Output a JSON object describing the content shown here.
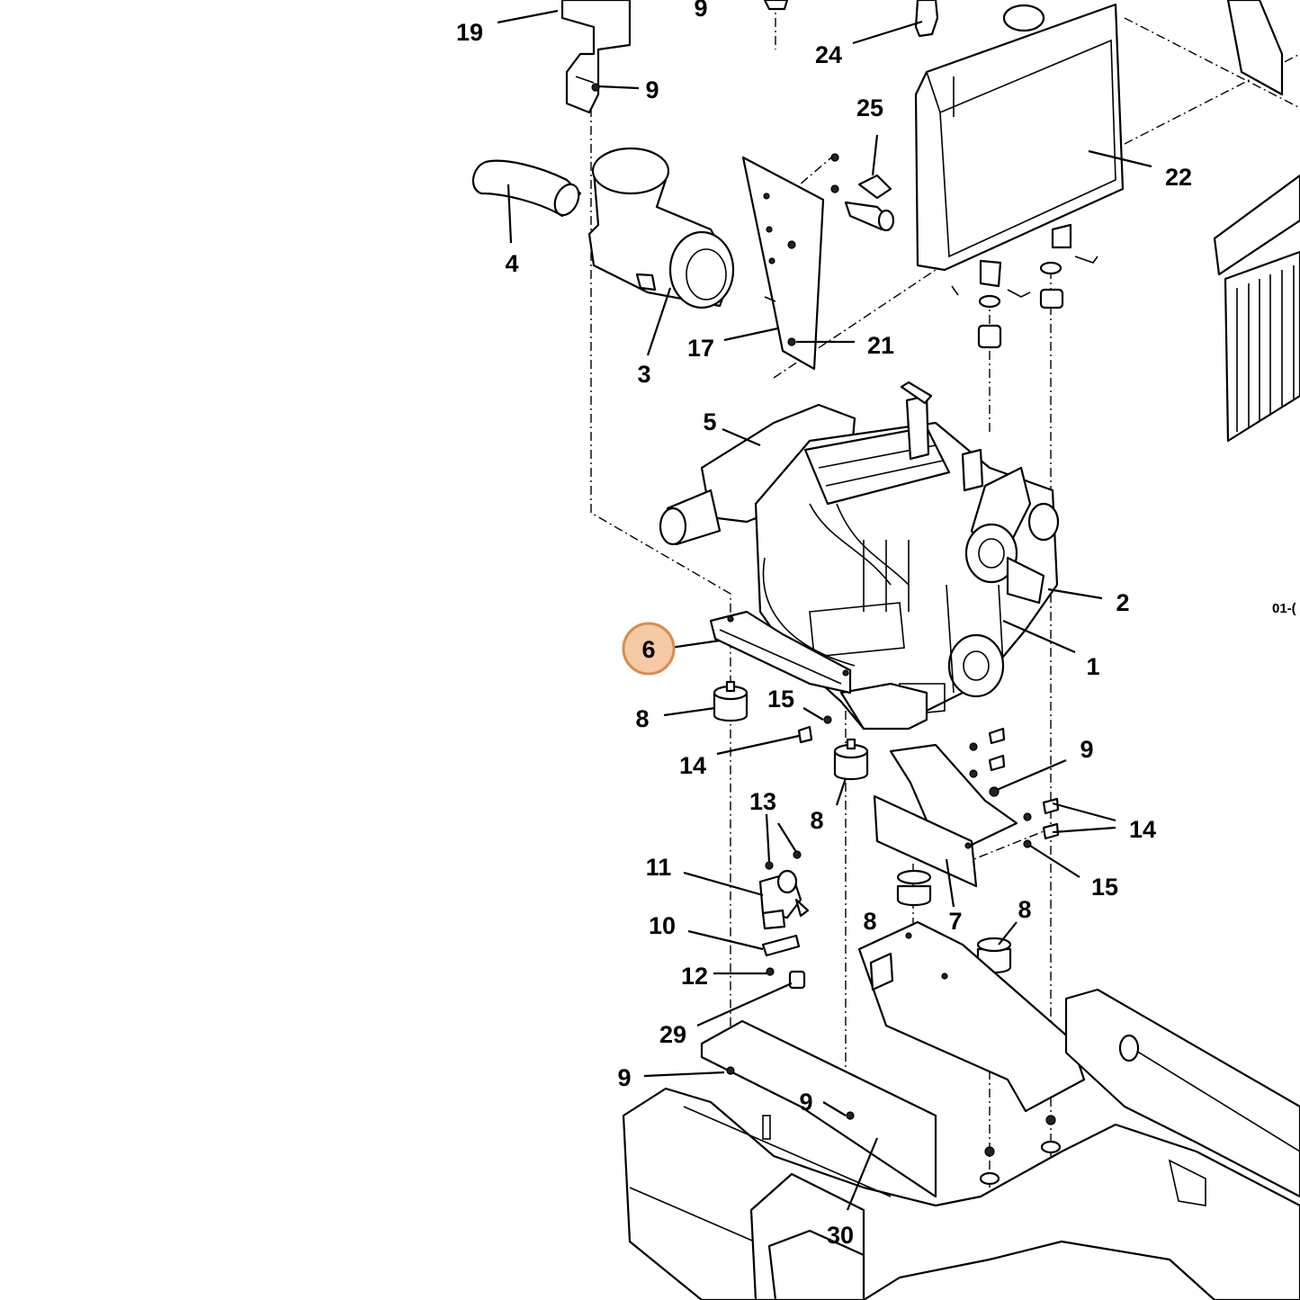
{
  "highlight": {
    "label": "6",
    "fill": "#f4c9a4",
    "stroke": "#d98c4f"
  },
  "callouts": {
    "c19": "19",
    "c9_top": "9",
    "c24": "24",
    "c9_bracket": "9",
    "c25": "25",
    "c22": "22",
    "c4": "4",
    "c3": "3",
    "c17": "17",
    "c21": "21",
    "c5": "5",
    "c2": "2",
    "c1": "1",
    "c8_left": "8",
    "c15_left": "15",
    "c14_left": "14",
    "c8_mid": "8",
    "c9_right": "9",
    "c13": "13",
    "c14_right": "14",
    "c11": "11",
    "c15_right": "15",
    "c10": "10",
    "c8_low": "8",
    "c7": "7",
    "c8_right": "8",
    "c12": "12",
    "c29": "29",
    "c9_frame_left": "9",
    "c9_frame_mid": "9",
    "c30": "30"
  },
  "edge_code": "01-("
}
